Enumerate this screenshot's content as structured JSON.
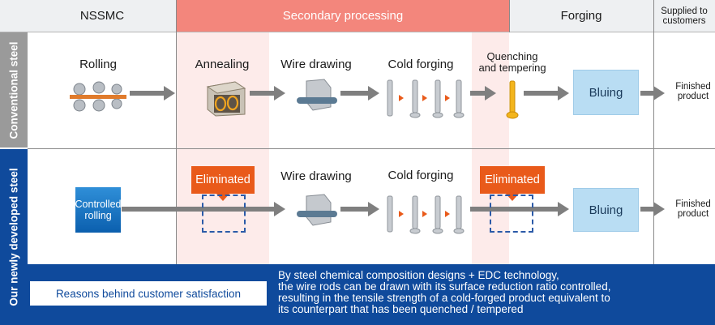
{
  "header": {
    "nssmc": "NSSMC",
    "secondary": "Secondary processing",
    "forging": "Forging",
    "supplied_line1": "Supplied to",
    "supplied_line2": "customers"
  },
  "rows": {
    "conventional_label": "Conventional steel",
    "new_label": "Our newly developed steel"
  },
  "conventional": {
    "rolling": "Rolling",
    "annealing": "Annealing",
    "wire_drawing": "Wire drawing",
    "cold_forging": "Cold forging",
    "quench_line1": "Quenching",
    "quench_line2": "and tempering",
    "bluing": "Bluing",
    "finished_line1": "Finished",
    "finished_line2": "product"
  },
  "new": {
    "controlled_line1": "Controlled",
    "controlled_line2": "rolling",
    "eliminated1": "Eliminated",
    "wire_drawing": "Wire drawing",
    "cold_forging": "Cold forging",
    "eliminated2": "Eliminated",
    "bluing": "Bluing",
    "finished_line1": "Finished",
    "finished_line2": "product"
  },
  "reasons": {
    "box_label": "Reasons behind customer satisfaction",
    "line1": "By steel chemical composition designs + EDC technology,",
    "line2": "the wire rods can be drawn with its surface reduction ratio controlled,",
    "line3": "resulting in the tensile strength of a cold-forged product equivalent to",
    "line4": "its counterpart that has been quenched / tempered"
  },
  "colors": {
    "secondary_header": "#f3867c",
    "secondary_band": "#fdebea",
    "conventional_side": "#9a9a9a",
    "new_side": "#0f4a9c",
    "eliminated": "#e95a1a",
    "bluing": "#b9ddf3",
    "arrow": "#7f7f7f"
  }
}
